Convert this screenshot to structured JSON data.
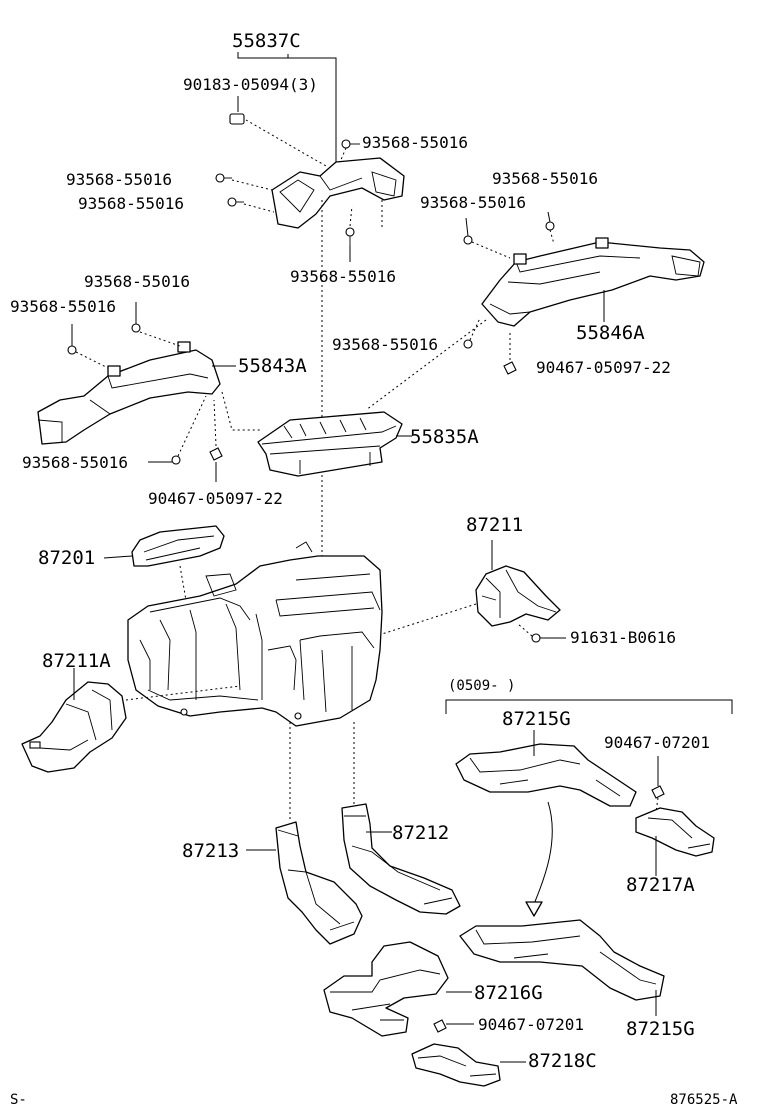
{
  "part_labels": {
    "p55837c": "55837C",
    "p90183": "90183-05094(3)",
    "p93568_a": "93568-55016",
    "p93568_b": "93568-55016",
    "p93568_c": "93568-55016",
    "p93568_d": "93568-55016",
    "p93568_e": "93568-55016",
    "p93568_f": "93568-55016",
    "p93568_g": "93568-55016",
    "p93568_h": "93568-55016",
    "p93568_i": "93568-55016",
    "p93568_j": "93568-55016",
    "p55846a": "55846A",
    "p90467_22a": "90467-05097-22",
    "p55843a": "55843A",
    "p55835a": "55835A",
    "p90467_22b": "90467-05097-22",
    "p87211": "87211",
    "p87201": "87201",
    "p91631": "91631-B0616",
    "p87211a": "87211A",
    "p87215g_top": "87215G",
    "p90467_07201_a": "90467-07201",
    "p87213": "87213",
    "p87212": "87212",
    "p87217a": "87217A",
    "p87216g": "87216G",
    "p90467_07201_b": "90467-07201",
    "p87215g_bottom": "87215G",
    "p87218c": "87218C"
  },
  "variant_bracket": {
    "text": "(0509-          )"
  },
  "footer": {
    "left": "S-",
    "right": "876525-A"
  }
}
